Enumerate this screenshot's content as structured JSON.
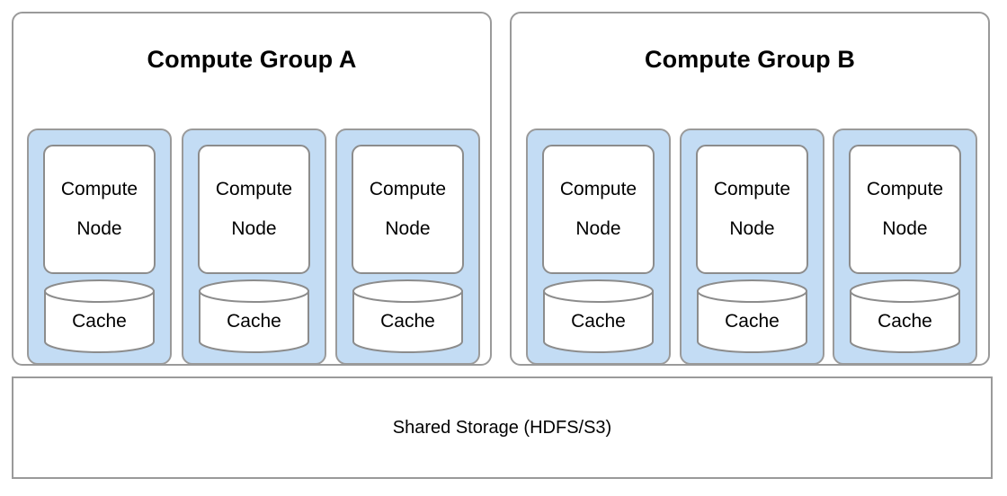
{
  "diagram": {
    "title_hidden": "",
    "colors": {
      "node_card_fill": "#c3dcf4",
      "box_stroke": "#9a9a9a",
      "inner_stroke": "#8c8c8c",
      "background": "#ffffff",
      "text": "#000000"
    },
    "groups": [
      {
        "id": "compute-group-a",
        "title": "Compute Group A",
        "nodes": [
          {
            "line1": "Compute",
            "line2": "Node",
            "cache": "Cache"
          },
          {
            "line1": "Compute",
            "line2": "Node",
            "cache": "Cache"
          },
          {
            "line1": "Compute",
            "line2": "Node",
            "cache": "Cache"
          }
        ]
      },
      {
        "id": "compute-group-b",
        "title": "Compute Group B",
        "nodes": [
          {
            "line1": "Compute",
            "line2": "Node",
            "cache": "Cache"
          },
          {
            "line1": "Compute",
            "line2": "Node",
            "cache": "Cache"
          },
          {
            "line1": "Compute",
            "line2": "Node",
            "cache": "Cache"
          }
        ]
      }
    ],
    "storage": {
      "label": "Shared Storage (HDFS/S3)"
    }
  }
}
